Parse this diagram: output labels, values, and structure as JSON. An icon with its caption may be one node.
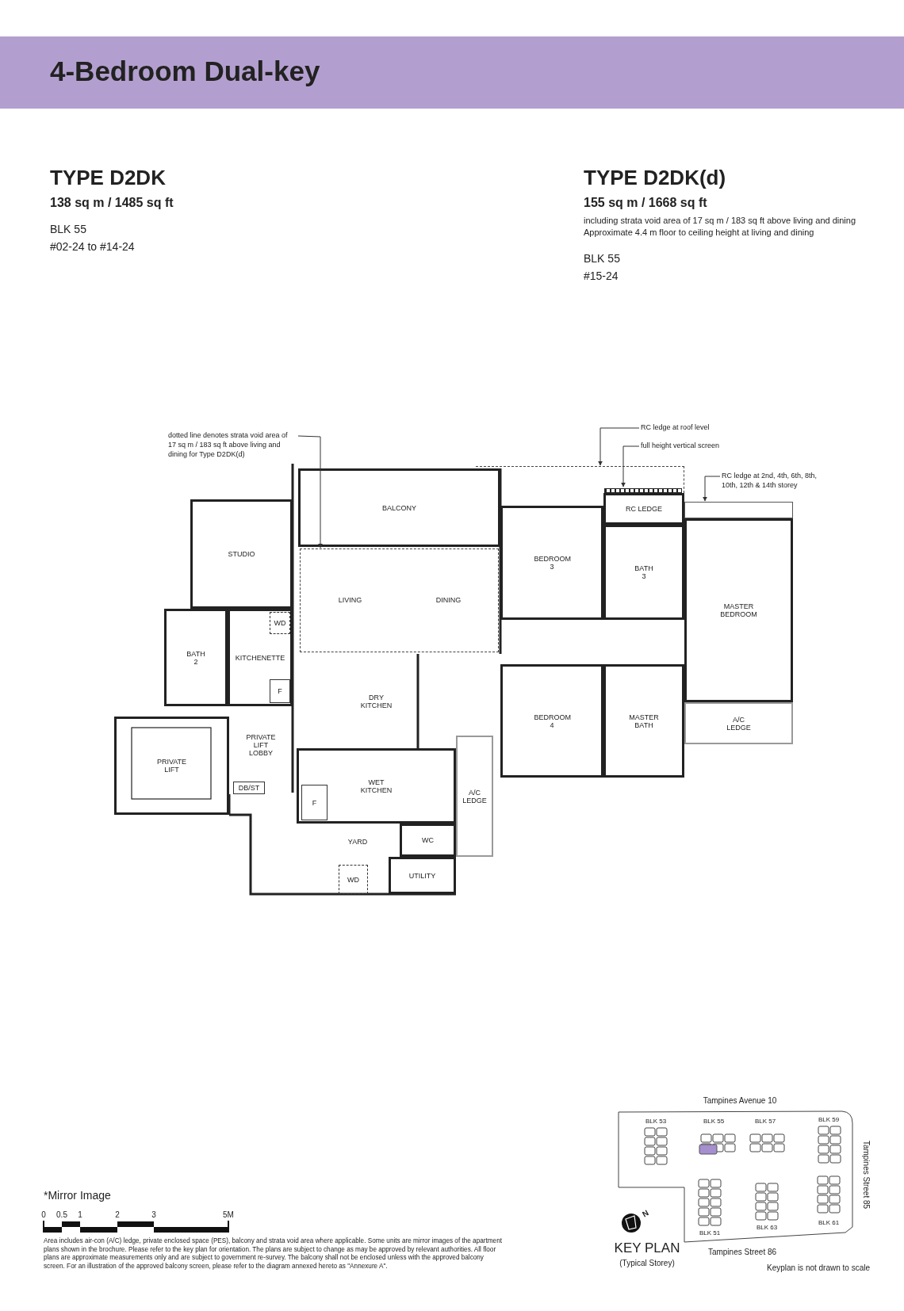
{
  "diagram": {
    "title": "4-Bedroom Dual-key",
    "nodes": [
      {
        "text": [
          "dotted line denotes strata void area of 17 sq m / 183 sq ft above living and dining for Type D2DK(d)"
        ]
      },
      {
        "text": [
          "RC ledge at roof level"
        ]
      },
      {
        "text": [
          "full height vertical screen"
        ]
      },
      {
        "text": [
          "RC ledge at 2nd, 4th, 6th, 8th, 10th, 12th & 14th storey"
        ]
      },
      {
        "text": [],
        "shape": "box"
      },
      {
        "text": [],
        "shape": "bar",
        "in": 4
      },
      {
        "text": [
          "BALCONY"
        ]
      },
      {
        "text": [
          "STUDIO"
        ]
      },
      {
        "text": [],
        "shape": "box"
      },
      {
        "text": [
          "LIVING"
        ],
        "in": 8
      },
      {
        "text": [
          "DINING"
        ],
        "in": 8
      },
      {
        "text": [
          "BEDROOM 3"
        ]
      },
      {
        "text": [
          "RC LEDGE"
        ]
      },
      {
        "text": [
          "BATH 3"
        ]
      },
      {
        "text": [],
        "shape": "box"
      },
      {
        "text": [
          "MASTER BEDROOM"
        ]
      },
      {
        "text": [
          "BATH 2"
        ]
      },
      {
        "text": [
          "KITCHENETTE"
        ]
      },
      {
        "text": [
          "WD"
        ],
        "in": 17
      },
      {
        "text": [
          "F"
        ],
        "in": 17
      },
      {
        "text": [
          "DRY KITCHEN"
        ]
      },
      {
        "text": [
          "PRIVATE LIFT"
        ]
      },
      {
        "text": [
          "PRIVATE LIFT LOBBY"
        ]
      },
      {
        "text": [
          "DB/ST"
        ]
      },
      {
        "text": [
          "BEDROOM 4"
        ]
      },
      {
        "text": [
          "MASTER BATH"
        ]
      },
      {
        "text": [
          "A/C LEDGE"
        ]
      },
      {
        "text": [
          "WET KITCHEN"
        ]
      },
      {
        "text": [
          "F"
        ],
        "in": 27
      },
      {
        "text": [
          "A/C LEDGE"
        ]
      },
      {
        "text": [
          "YARD"
        ]
      },
      {
        "text": [
          "WC"
        ]
      },
      {
        "text": [
          "WD"
        ]
      },
      {
        "text": [
          "UTILITY"
        ]
      }
    ],
    "edges": [
      {
        "from": 0,
        "to": 8,
        "arrow": "to"
      },
      {
        "from": 1,
        "to": 4,
        "arrow": "to"
      },
      {
        "from": 2,
        "to": 5,
        "arrow": "to"
      },
      {
        "from": 3,
        "to": 14,
        "arrow": "to"
      }
    ],
    "labels": [
      "TYPE D2DK",
      "138 sq m / 1485 sq ft",
      "BLK 55",
      "#02-24 to #14-24",
      "TYPE D2DK(d)",
      "155 sq m / 1668 sq ft",
      "including strata void area of 17 sq m / 183 sq ft above living and dining",
      "Approximate 4.4 m floor to ceiling height at living and dining",
      "BLK 55",
      "#15-24",
      "*Mirror Image",
      "0",
      "0.5",
      "1",
      "2",
      "3",
      "5M",
      "Area includes air-con (A/C) ledge, private enclosed space (PES), balcony and strata void area where applicable. Some units are mirror images of the apartment plans shown in the brochure. Please refer to the key plan for orientation. The plans are subject to change as may be approved by relevant authorities. All floor plans are approximate measurements only and are subject to government re-survey. The balcony shall not be enclosed unless with the approved balcony screen. For an illustration of the approved balcony screen, please refer to the diagram annexed hereto as \"Annexure A\".",
      "Tampines Avenue 10",
      "BLK 53",
      "BLK 55",
      "BLK 57",
      "BLK 59",
      "Tampines Street 85",
      "BLK 51",
      "BLK 63",
      "BLK 61",
      "N",
      "KEY PLAN",
      "(Typical Storey)",
      "Tampines Street 86",
      "Keyplan is not drawn to scale"
    ]
  }
}
